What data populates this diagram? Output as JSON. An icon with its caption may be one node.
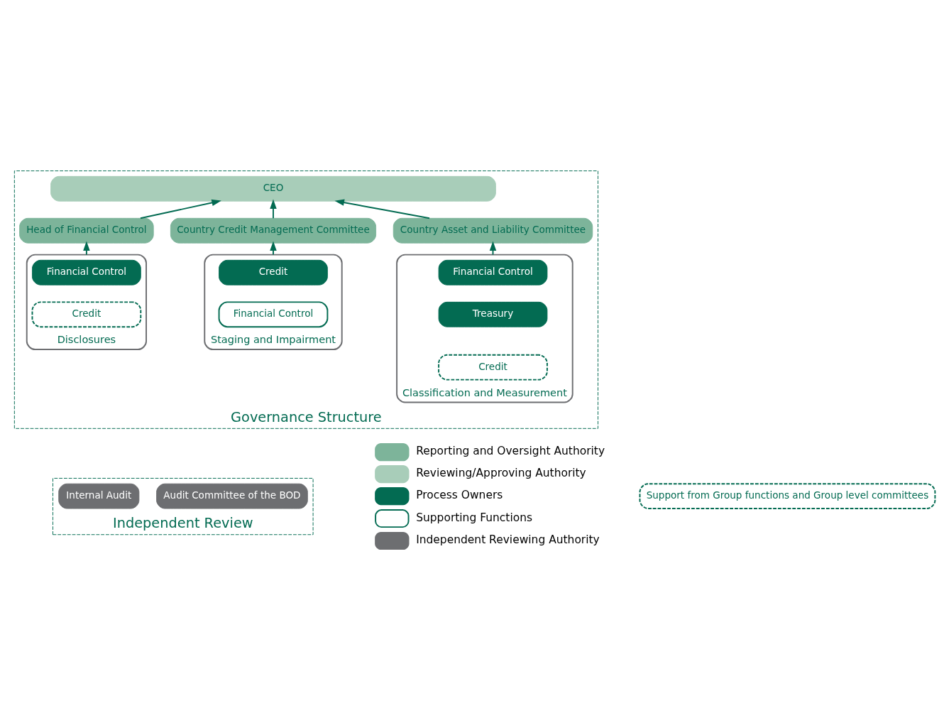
{
  "diagram": {
    "nodes": [
      {
        "text": [
          "Independent Review"
        ]
      },
      {
        "text": [
          "Audit Committee of the BOD"
        ],
        "in": 0
      },
      {
        "text": [
          "Internal Audit"
        ],
        "in": 0
      },
      {
        "text": [
          "Governance Structure"
        ]
      },
      {
        "text": [
          "CEO"
        ],
        "in": 3
      },
      {
        "text": [
          "Country Asset and Liability Committee"
        ],
        "in": 3
      },
      {
        "text": [
          "Country Credit Management Committee"
        ],
        "in": 3
      },
      {
        "text": [
          "Head of Financial Control"
        ],
        "in": 3
      },
      {
        "text": [
          "Classification and Measurement"
        ],
        "in": 3
      },
      {
        "text": [
          "Financial Control"
        ],
        "in": 8
      },
      {
        "text": [
          "Treasury"
        ],
        "in": 8
      },
      {
        "text": [
          "Credit"
        ],
        "in": 8
      },
      {
        "text": [
          "Staging and Impairment"
        ],
        "in": 3
      },
      {
        "text": [
          "Credit"
        ],
        "in": 12
      },
      {
        "text": [
          "Financial Control"
        ],
        "in": 12
      },
      {
        "text": [
          "Disclosures"
        ],
        "in": 3
      },
      {
        "text": [
          "Financial Control"
        ],
        "in": 15
      },
      {
        "text": [
          "Credit"
        ],
        "in": 15
      },
      {
        "text": [
          "Support from Group functions and Group level committees"
        ]
      }
    ],
    "edges": [
      {
        "from": 5,
        "to": 4,
        "arrow": "to"
      },
      {
        "from": 6,
        "to": 4,
        "arrow": "to"
      },
      {
        "from": 7,
        "to": 4,
        "arrow": "to"
      },
      {
        "from": 8,
        "to": 5,
        "arrow": "to"
      },
      {
        "from": 12,
        "to": 6,
        "arrow": "to"
      },
      {
        "from": 15,
        "to": 7,
        "arrow": "to"
      }
    ],
    "legend": [
      {
        "text": "Reporting and Oversight Authority",
        "color": "#7db49a"
      },
      {
        "text": "Reviewing/Approving Authority",
        "color": "#a8cdb9"
      },
      {
        "text": "Process Owners",
        "color": "#036b52"
      },
      {
        "text": "Supporting Functions"
      },
      {
        "text": "Independent Reviewing Authority",
        "color": "#6d6e71"
      }
    ]
  }
}
